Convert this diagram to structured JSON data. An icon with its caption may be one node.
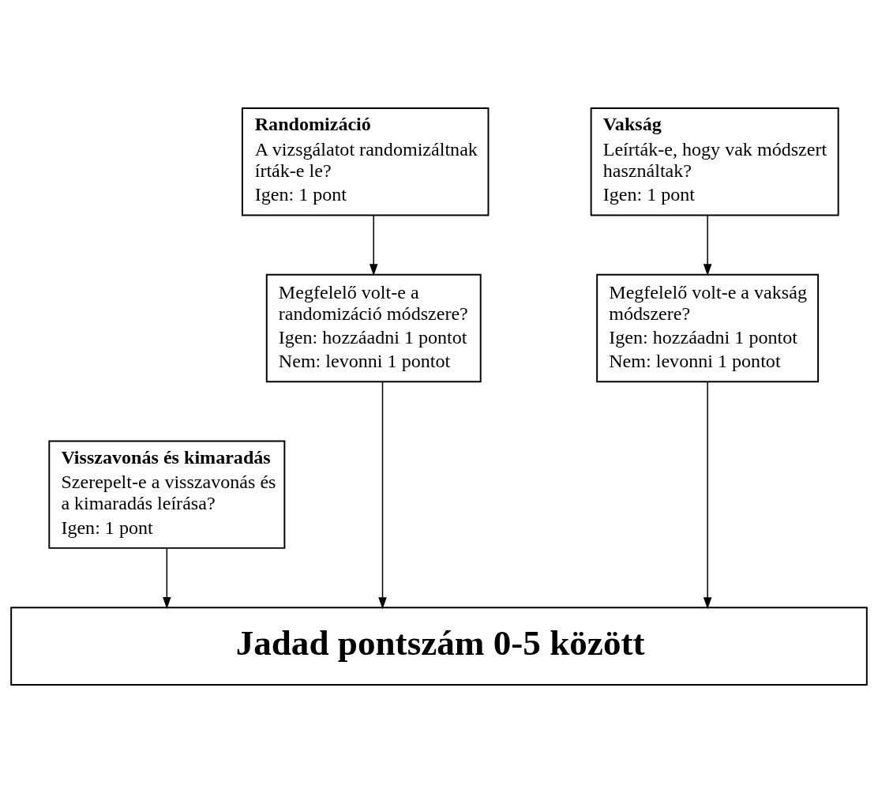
{
  "diagram": {
    "nodes": [
      {
        "text": [
          "Randomizáció",
          "A vizsgálatot randomizáltnak írták-e le?",
          "Igen: 1 pont"
        ]
      },
      {
        "text": [
          "Vakság",
          "Leírták-e, hogy vak módszert használtak?",
          "Igen: 1 pont"
        ]
      },
      {
        "text": [
          "Megfelelő volt-e a randomizáció módszere?",
          "Igen: hozzáadni 1 pontot",
          "Nem: levonni 1 pontot"
        ]
      },
      {
        "text": [
          "Megfelelő volt-e a vakság módszere?",
          "Igen: hozzáadni 1 pontot",
          "Nem: levonni 1 pontot"
        ]
      },
      {
        "text": [
          "Visszavonás és kimaradás",
          "Szerepelt-e a visszavonás és a kimaradás leírása?",
          "Igen: 1 pont"
        ]
      },
      {
        "text": [
          "Jadad pontszám 0-5 között"
        ]
      }
    ],
    "edges": [
      {
        "from": 0,
        "to": 2,
        "arrow": "to"
      },
      {
        "from": 1,
        "to": 3,
        "arrow": "to"
      },
      {
        "from": 2,
        "to": 5,
        "arrow": "to"
      },
      {
        "from": 4,
        "to": 5,
        "arrow": "to"
      },
      {
        "from": 3,
        "to": 5,
        "arrow": "to"
      }
    ]
  }
}
